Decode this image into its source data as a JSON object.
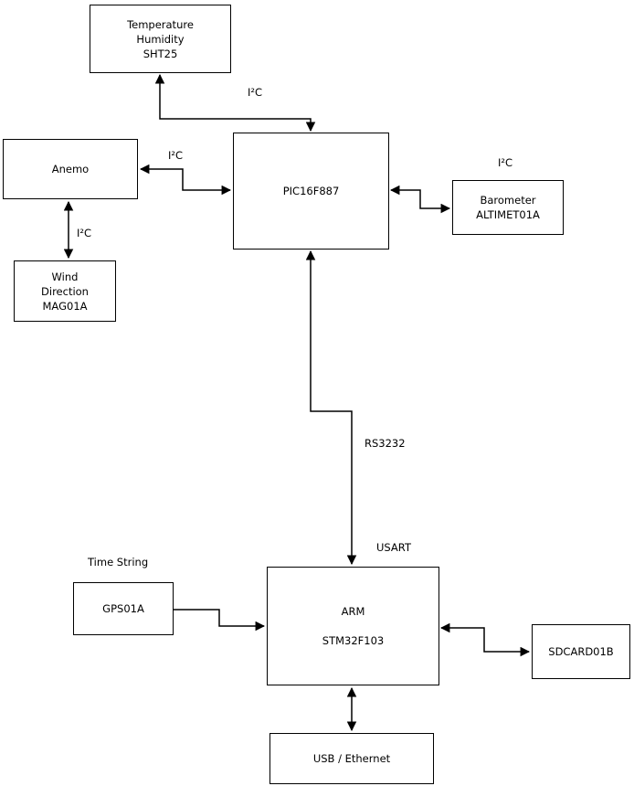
{
  "boxes": {
    "temp_humidity": {
      "lines": [
        "Temperature",
        "Humidity",
        "SHT25"
      ]
    },
    "anemo": {
      "lines": [
        "Anemo"
      ]
    },
    "wind_direction": {
      "lines": [
        "Wind",
        "Direction",
        "MAG01A"
      ]
    },
    "pic": {
      "lines": [
        "PIC16F887"
      ]
    },
    "barometer": {
      "lines": [
        "Barometer",
        "ALTIMET01A"
      ]
    },
    "gps": {
      "lines": [
        "GPS01A"
      ]
    },
    "arm": {
      "lines": [
        "ARM",
        "STM32F103"
      ]
    },
    "sdcard": {
      "lines": [
        "SDCARD01B"
      ]
    },
    "usb": {
      "lines": [
        "USB / Ethernet"
      ]
    }
  },
  "labels": {
    "i2c_sht25": "I²C",
    "i2c_anemo": "I²C",
    "i2c_wind": "I²C",
    "i2c_barometer": "I²C",
    "rs3232": "RS3232",
    "usart": "USART",
    "time_string": "Time String"
  },
  "colors": {
    "line": "#000000",
    "box_border": "#000000",
    "box_fill": "#ffffff",
    "background": "#ffffff"
  }
}
